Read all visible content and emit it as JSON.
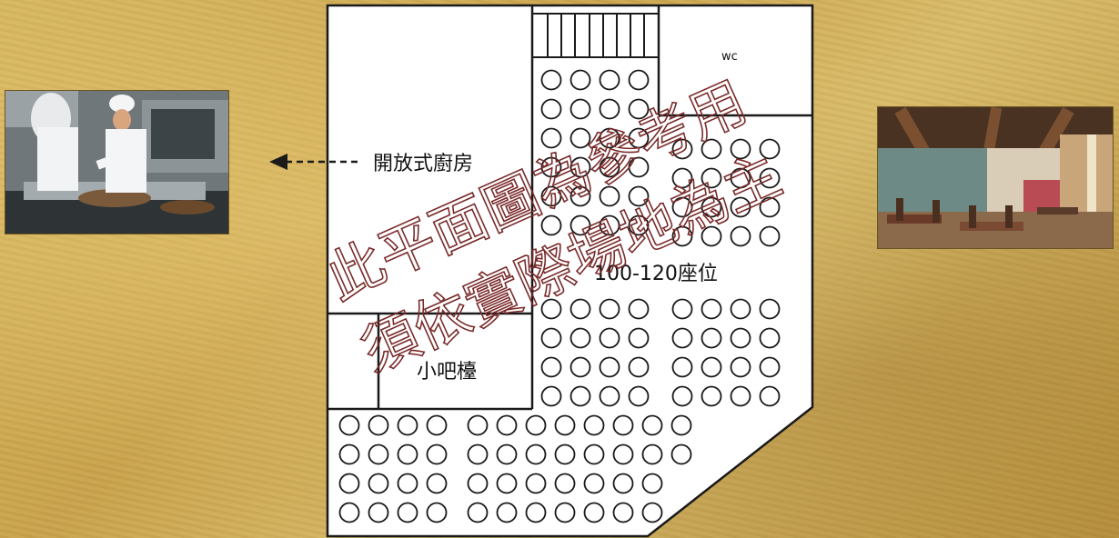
{
  "labels": {
    "kitchen": "開放式廚房",
    "wc": "wc",
    "seats": "100-120座位",
    "bar": "小吧檯"
  },
  "watermark": {
    "line1": "此平面圖為參考用",
    "line2": "須依實際場地為主"
  },
  "colors": {
    "background": "#cfae58",
    "plan_fill": "#ffffff",
    "plan_stroke": "#1a1a1a",
    "watermark": "#7a2b2b"
  },
  "photos": {
    "left": "kitchen-photo",
    "right": "restaurant-photo"
  }
}
